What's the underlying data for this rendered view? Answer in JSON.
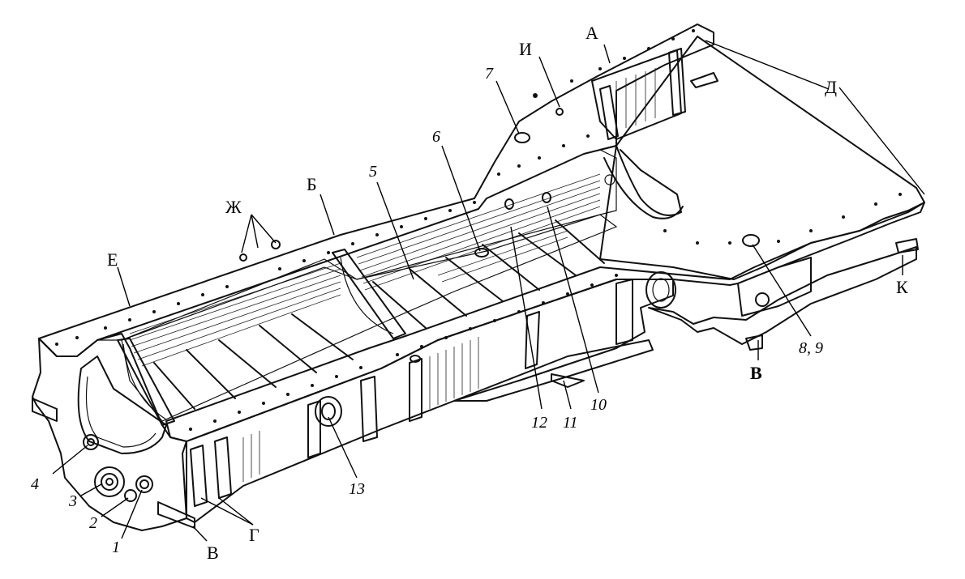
{
  "letters": {
    "A": "А",
    "I": "И",
    "D": "Д",
    "B": "Б",
    "ZH": "Ж",
    "E": "Е",
    "K": "К",
    "V_right": "В",
    "V_left": "В",
    "G": "Г"
  },
  "numbers": {
    "n7": "7",
    "n6": "6",
    "n5": "5",
    "n12": "12",
    "n11": "11",
    "n10": "10",
    "n13": "13",
    "n89": "8, 9",
    "n4": "4",
    "n3": "3",
    "n2": "2",
    "n1": "1"
  }
}
